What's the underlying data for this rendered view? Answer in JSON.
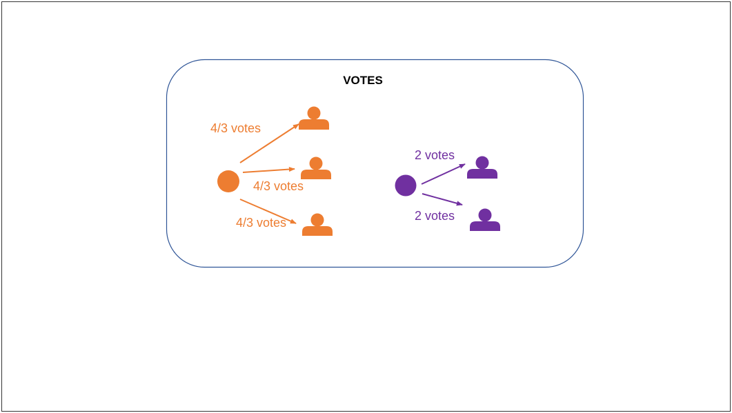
{
  "title": "VOTES",
  "colors": {
    "frame_border": "#333333",
    "panel_border": "#2F5597",
    "title_text": "#000000"
  },
  "groups": [
    {
      "color": "#ED7D31",
      "node_icon": "circle",
      "recipient_icon": "person-icon",
      "labels": [
        "4/3 votes",
        "4/3 votes",
        "4/3 votes"
      ]
    },
    {
      "color": "#7030A0",
      "node_icon": "circle",
      "recipient_icon": "person-icon",
      "labels": [
        "2 votes",
        "2 votes"
      ]
    }
  ]
}
